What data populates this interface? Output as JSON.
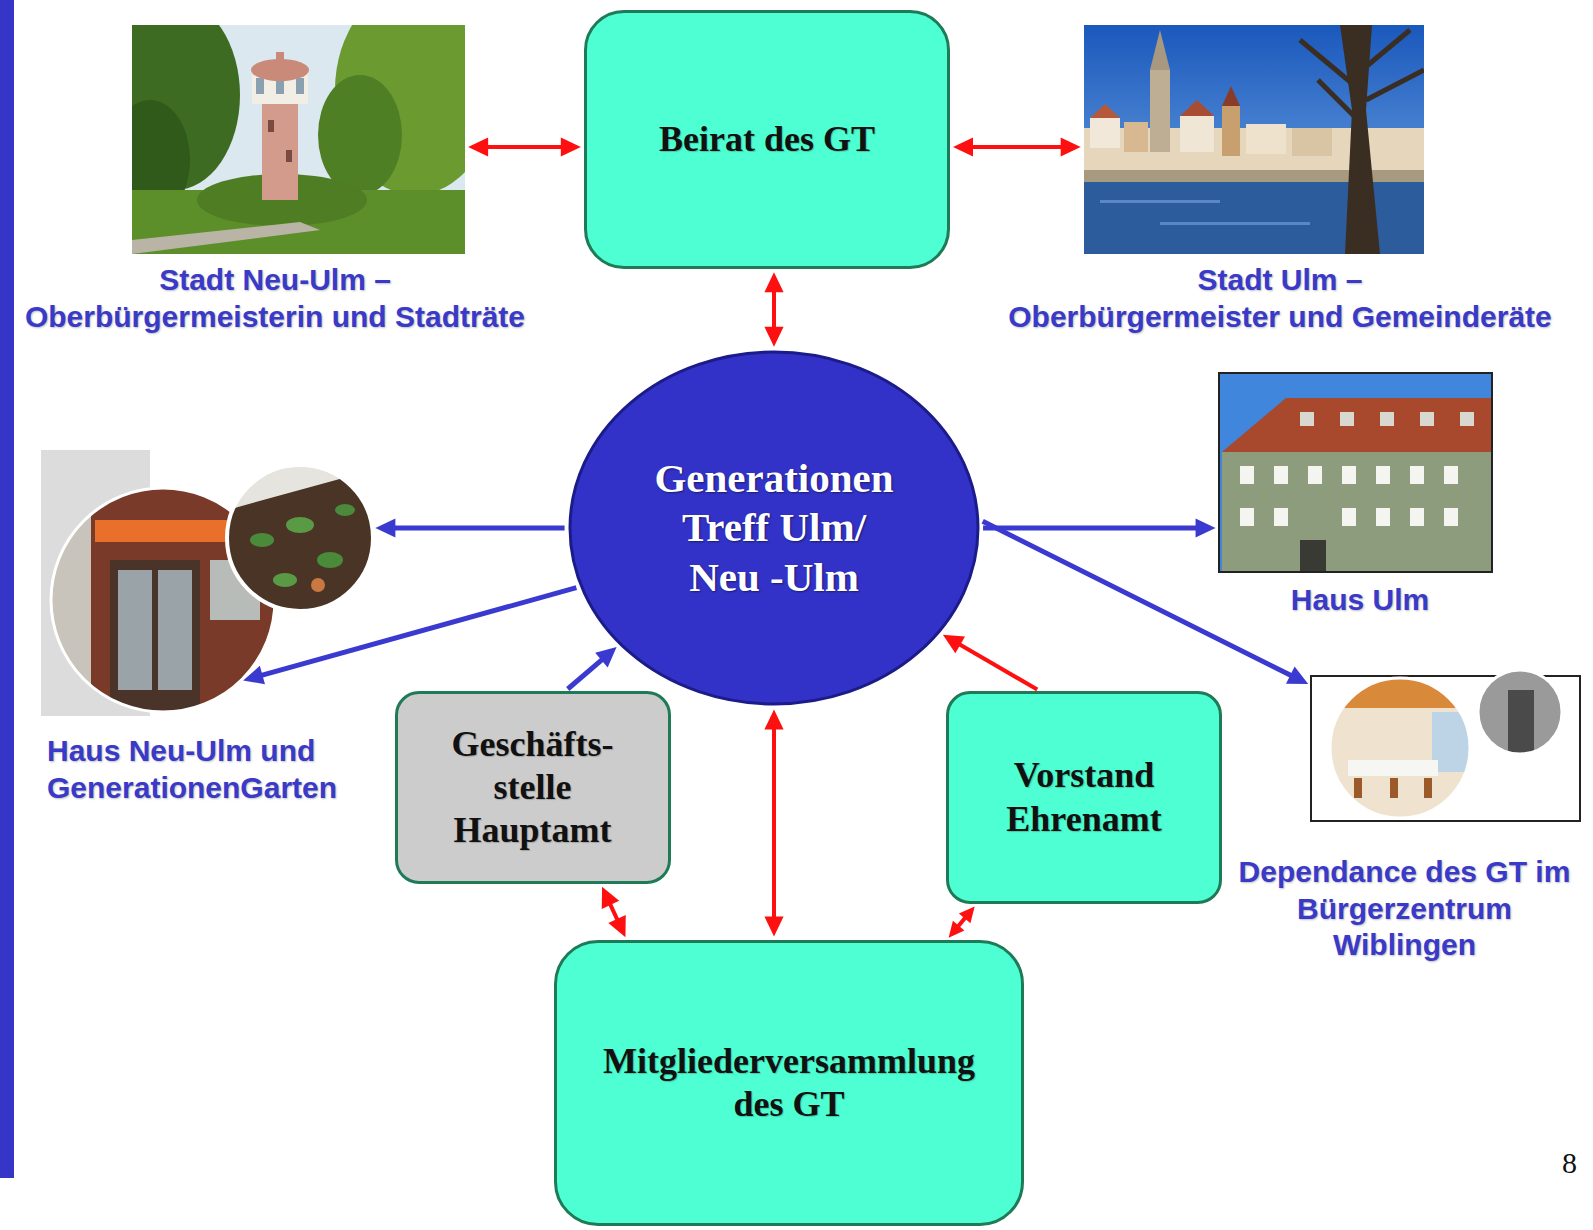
{
  "diagram": {
    "nodes": [
      {
        "text": [
          "Beirat des GT"
        ]
      },
      {
        "text": [
          "Stadt Neu-Ulm –",
          "Oberbürgermeisterin und Stadträte"
        ]
      },
      {
        "text": [
          "Stadt Ulm –",
          "Oberbürgermeister und Gemeinderäte"
        ]
      },
      {
        "text": [
          "Generationen Treff Ulm/ Neu -Ulm"
        ]
      },
      {
        "text": [
          "Haus Neu-Ulm und GenerationenGarten"
        ]
      },
      {
        "text": [
          "Haus Ulm"
        ]
      },
      {
        "text": [
          "Geschäfts- stelle Hauptamt"
        ]
      },
      {
        "text": [
          "Vorstand Ehrenamt"
        ]
      },
      {
        "text": [
          "Dependance des GT im Bürgerzentrum Wiblingen"
        ]
      },
      {
        "text": [
          "Mitgliederversammlung des GT"
        ]
      }
    ],
    "edges": [
      {
        "from": 0,
        "to": 1,
        "arrow": "both"
      },
      {
        "from": 0,
        "to": 2,
        "arrow": "both"
      },
      {
        "from": 0,
        "to": 3,
        "arrow": "both"
      },
      {
        "from": 3,
        "to": 4,
        "arrow": "to"
      },
      {
        "from": 3,
        "to": 4,
        "arrow": "to"
      },
      {
        "from": 3,
        "to": 5,
        "arrow": "to"
      },
      {
        "from": 3,
        "to": 8,
        "arrow": "to"
      },
      {
        "from": 6,
        "to": 3,
        "arrow": "to"
      },
      {
        "from": 7,
        "to": 3,
        "arrow": "to"
      },
      {
        "from": 3,
        "to": 9,
        "arrow": "both"
      },
      {
        "from": 6,
        "to": 9,
        "arrow": "both"
      },
      {
        "from": 7,
        "to": 9,
        "arrow": "both"
      }
    ],
    "labels": [
      "8"
    ]
  }
}
